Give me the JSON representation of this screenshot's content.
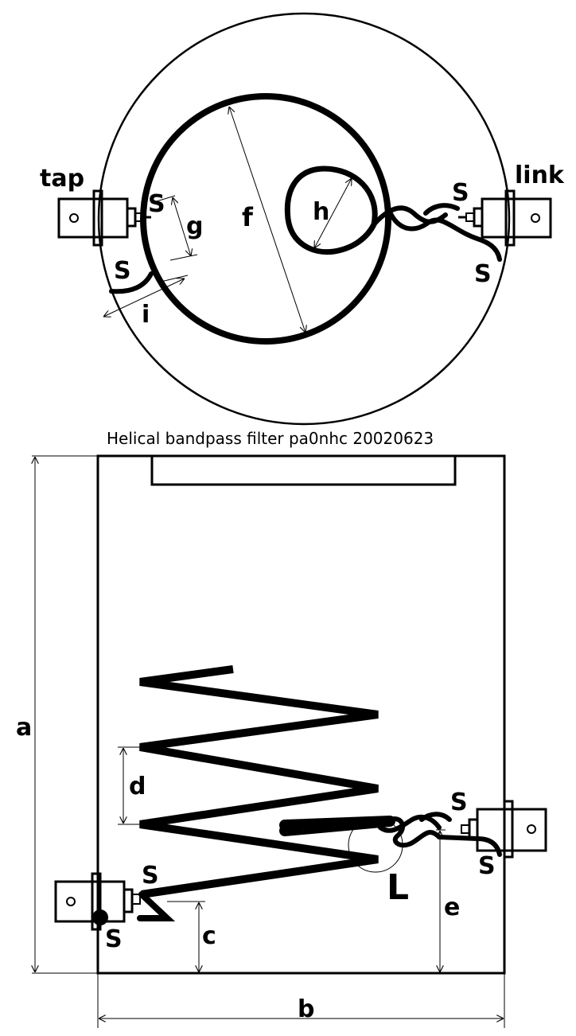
{
  "title": "Helical bandpass filter  pa0nhc 20020623",
  "top_view": {
    "tap_label": "tap",
    "link_label": "link",
    "dimension_labels": {
      "f": "f",
      "g": "g",
      "h": "h",
      "i": "i"
    },
    "solder_label": "S"
  },
  "side_view": {
    "dimension_labels": {
      "a": "a",
      "b": "b",
      "c": "c",
      "d": "d",
      "e": "e"
    },
    "inductor_label": "L",
    "solder_label": "S"
  },
  "colors": {
    "ink": "#000000",
    "background": "#ffffff"
  }
}
